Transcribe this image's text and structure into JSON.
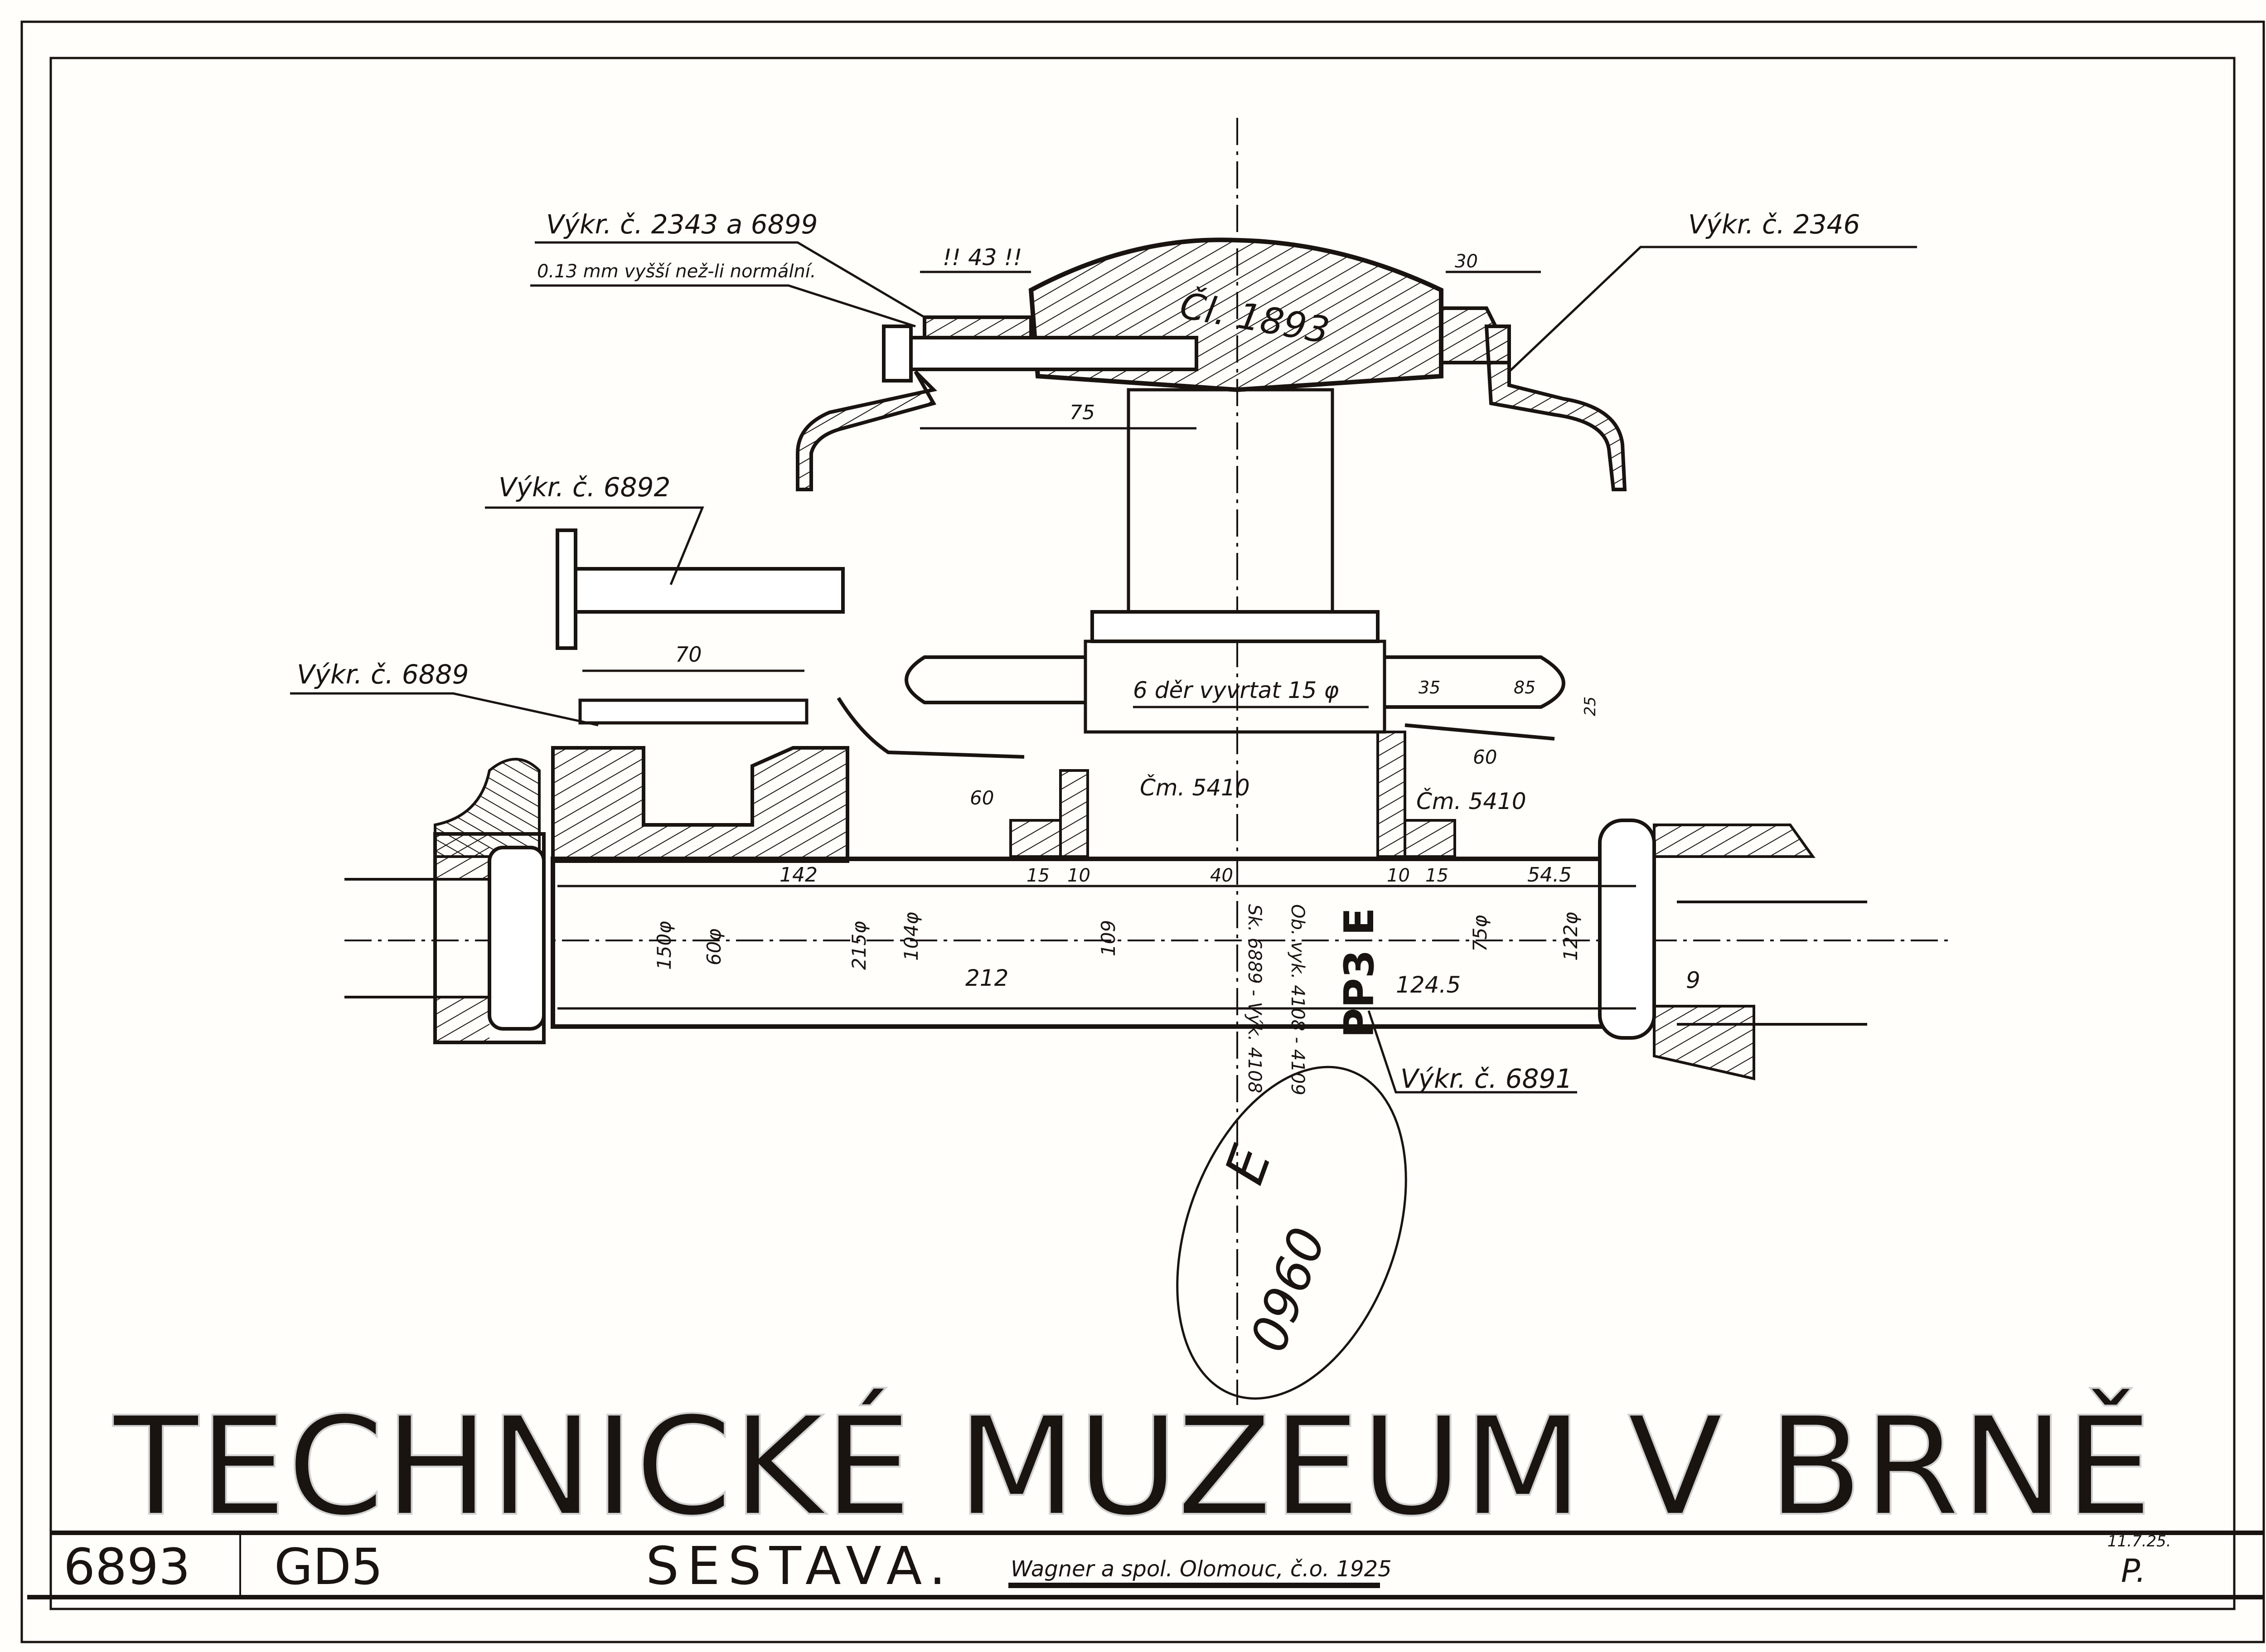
{
  "title_block": {
    "drawing_number": "6893",
    "series": "GD5",
    "title": "SESTAVA.",
    "maker": "Wagner a spol. Olomouc, č.o. 1925",
    "date": "11.7.25.",
    "signature": "P."
  },
  "labels": {
    "ref_2343_6899": "Výkr. č. 2343 a 6899",
    "note_013": "0.13 mm vyšší než-li normální.",
    "note_43": "!! 43 !!",
    "cl_1893": "Čl. 1893",
    "ref_2346": "Výkr. č. 2346",
    "ref_6892": "Výkr. č. 6892",
    "ref_6889": "Výkr. č. 6889",
    "holes_note": "6 děr vyvrtat 15 φ",
    "cm_5410_left": "Čm. 5410",
    "cm_5410_right": "Čm. 5410",
    "ref_6891": "Výkr. č. 6891",
    "vertical_note_1": "Sk. 6889 - Výk. 4108",
    "vertical_note_2": "Ob. vyk. 4108 - 4109",
    "stamp": "PP3 E"
  },
  "dimensions": {
    "d30": "30",
    "d75": "75",
    "d70": "70",
    "d35": "35",
    "d85": "85",
    "d25": "25",
    "d60_left": "60",
    "d60_right": "60",
    "d142": "142",
    "d15_left": "15",
    "d10_left": "10",
    "d40": "40",
    "d10_right": "10",
    "d15_right": "15",
    "d54_5": "54.5",
    "d150": "150φ",
    "d60dia": "60φ",
    "d215": "215φ",
    "d104": "104φ",
    "d109": "109",
    "d75dia": "75φ",
    "d122": "122φ",
    "d212": "212",
    "d124_5": "124.5",
    "d9": "9"
  },
  "oval_stamp": {
    "letter": "E",
    "number": "0960"
  },
  "watermark": "TECHNICKÉ MUZEUM V BRNĚ"
}
